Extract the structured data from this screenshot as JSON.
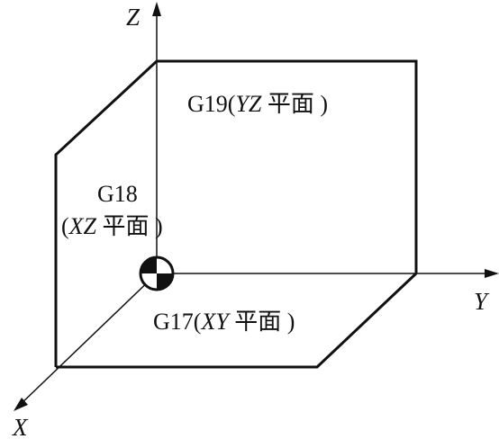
{
  "axes": {
    "z": "Z",
    "y": "Y",
    "x": "X"
  },
  "planes": {
    "g19": {
      "code": "G19(",
      "axes": "YZ",
      "suffix": " 平面 )"
    },
    "g18": {
      "code": "G18",
      "line2_open": "(",
      "axes": "XZ",
      "suffix": " 平面 )"
    },
    "g17": {
      "code": "G17(",
      "axes": "XY",
      "suffix": " 平面 )"
    }
  },
  "colors": {
    "stroke": "#111111",
    "background": "#ffffff"
  }
}
